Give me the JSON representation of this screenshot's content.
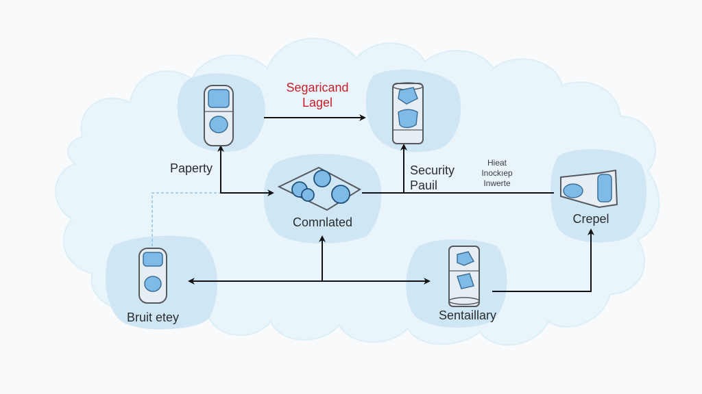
{
  "diagram": {
    "colors": {
      "background": "#f8fafb",
      "cloud_fill": "#eaf4fb",
      "cloud_edge": "#dceef8",
      "node_fill": "#cfe6f4",
      "icon_stroke": "#55585c",
      "icon_accent": "#5aa4dc",
      "arrow": "#111111",
      "dashed_connector": "#8fc4ea",
      "accent_red": "#c4202c"
    },
    "nodes": [
      {
        "id": "top-left",
        "label": "",
        "icon": "capsule-cylinder-icon"
      },
      {
        "id": "top-middle",
        "label": "",
        "icon": "glass-cylinder-icon"
      },
      {
        "id": "center",
        "label": "Comnlated",
        "icon": "tray-spheres-icon"
      },
      {
        "id": "right",
        "label": "Crepel",
        "icon": "machine-canister-icon"
      },
      {
        "id": "bottom-left",
        "label": "Bruit etey",
        "icon": "capsule-cylinder-icon"
      },
      {
        "id": "bottom-middle",
        "label": "Sentaillary",
        "icon": "glass-cylinder-icon"
      }
    ],
    "edge_labels": {
      "top_edge": [
        "Segaricand",
        "Lagel"
      ],
      "property": "Paperty",
      "security": [
        "Security",
        "Pauil"
      ],
      "heat": [
        "Hieat",
        "Inockıep",
        "Inwerte"
      ]
    },
    "edges": [
      {
        "from": "top-left",
        "to": "top-middle",
        "style": "solid"
      },
      {
        "from": "top-left",
        "to": "center",
        "style": "solid",
        "direction": "from-junction"
      },
      {
        "from": "center",
        "to": "top-middle",
        "style": "solid"
      },
      {
        "from": "center",
        "to": "right",
        "style": "solid"
      },
      {
        "from": "junction",
        "to": "bottom-left",
        "style": "solid"
      },
      {
        "from": "junction",
        "to": "bottom-middle",
        "style": "solid"
      },
      {
        "from": "junction",
        "to": "center",
        "style": "solid"
      },
      {
        "from": "bottom-middle",
        "to": "right",
        "style": "solid"
      },
      {
        "from": "bottom-left",
        "to": "center",
        "style": "dashed"
      }
    ]
  }
}
